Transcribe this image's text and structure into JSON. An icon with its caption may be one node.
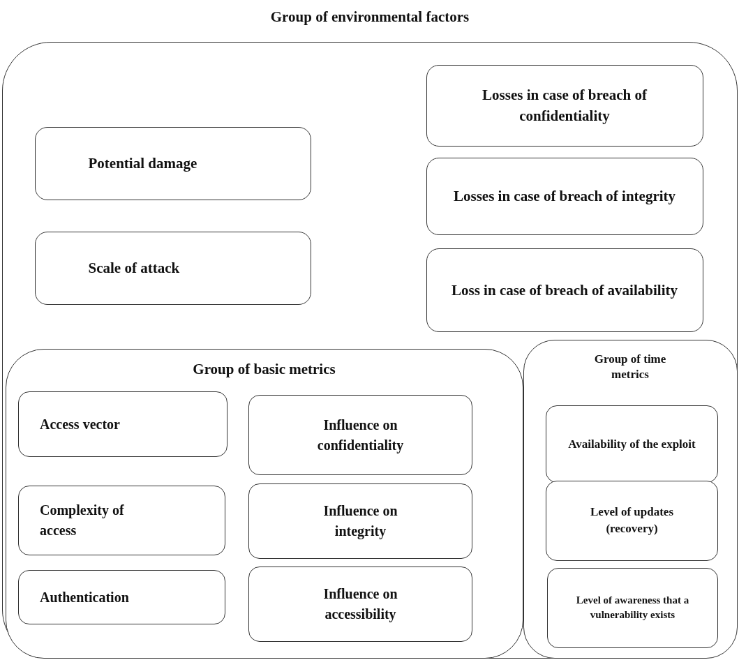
{
  "diagram": {
    "nodes": [
      {
        "text": [
          "Group of environmental factors"
        ]
      },
      {
        "text": [
          "Potential damage"
        ],
        "in": 0
      },
      {
        "text": [
          "Scale of attack"
        ],
        "in": 0
      },
      {
        "text": [
          "Losses in case of breach of confidentiality"
        ],
        "in": 0
      },
      {
        "text": [
          "Losses in case of breach of integrity"
        ],
        "in": 0
      },
      {
        "text": [
          "Loss in case of breach of availability"
        ],
        "in": 0
      },
      {
        "text": [
          "Group of basic metrics"
        ],
        "in": 0
      },
      {
        "text": [
          "Access vector"
        ],
        "in": 6
      },
      {
        "text": [
          "Complexity of access"
        ],
        "in": 6
      },
      {
        "text": [
          "Authentication"
        ],
        "in": 6
      },
      {
        "text": [
          "Influence on confidentiality"
        ],
        "in": 6
      },
      {
        "text": [
          "Influence on integrity"
        ],
        "in": 6
      },
      {
        "text": [
          "Influence on accessibility"
        ],
        "in": 6
      },
      {
        "text": [
          "Group of time metrics"
        ],
        "in": 0
      },
      {
        "text": [
          "Availability of the exploit"
        ],
        "in": 13
      },
      {
        "text": [
          "Level of updates (recovery)"
        ],
        "in": 13
      },
      {
        "text": [
          "Level of awareness that a vulnerability exists"
        ],
        "in": 13
      }
    ]
  }
}
